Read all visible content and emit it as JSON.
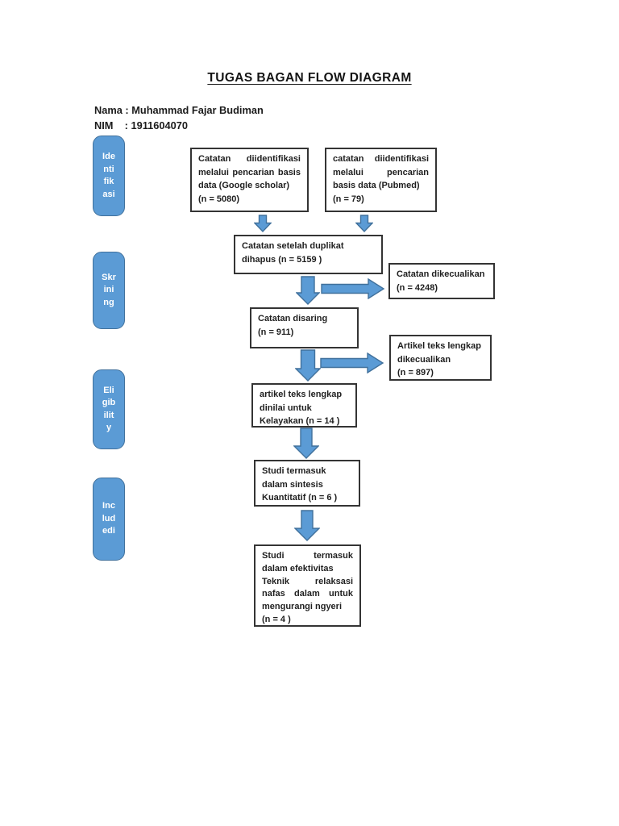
{
  "page": {
    "title": "TUGAS BAGAN FLOW DIAGRAM"
  },
  "student": {
    "name_line": "Nama : Muhammad Fajar Budiman",
    "nim_line": "NIM    : 1911604070"
  },
  "colors": {
    "stage_fill": "#5b9bd5",
    "stage_border": "#41719c",
    "arrow_fill": "#5b9bd5",
    "arrow_border": "#41719c",
    "box_border": "#343434",
    "text": "#1f1f1f"
  },
  "stages": {
    "identification": {
      "label": "Identifikasi",
      "lines": [
        "Ide",
        "nti",
        "fik",
        "asi"
      ]
    },
    "screening": {
      "label": "Skrining",
      "lines": [
        "Skr",
        "ini",
        "ng"
      ]
    },
    "eligibility": {
      "label": "Eligibility",
      "lines": [
        "Eli",
        "gib",
        "ilit",
        "y"
      ]
    },
    "included": {
      "label": "Includedi",
      "lines": [
        "Inc",
        "lud",
        "edi"
      ]
    }
  },
  "boxes": {
    "identification_scholar": {
      "n": 5080,
      "lines": [
        "Catatan diidentifikasi",
        "melalui pencarian basis",
        "data (Google scholar)",
        "(n = 5080)"
      ]
    },
    "identification_pubmed": {
      "n": 79,
      "lines": [
        "catatan diidentifikasi",
        "melalui pencarian",
        "basis data (Pubmed)",
        "(n = 79)"
      ]
    },
    "duplicates_removed": {
      "n": 5159,
      "lines": [
        "Catatan setelah duplikat",
        "dihapus (n = 5159 )"
      ]
    },
    "records_excluded": {
      "n": 4248,
      "lines": [
        "Catatan dikecualikan",
        "(n = 4248)"
      ]
    },
    "records_screened": {
      "n": 911,
      "lines": [
        "Catatan disaring",
        "(n = 911)"
      ]
    },
    "fulltext_excluded": {
      "n": 897,
      "lines": [
        "Artikel teks lengkap",
        "dikecualikan",
        "(n = 897)"
      ]
    },
    "fulltext_assessed": {
      "n": 14,
      "lines": [
        "artikel teks lengkap",
        "dinilai untuk",
        "Kelayakan (n = 14 )"
      ]
    },
    "quantitative_synthesis": {
      "n": 6,
      "lines": [
        "Studi termasuk",
        "dalam sintesis",
        "Kuantitatif (n = 6 )"
      ]
    },
    "final_included": {
      "n": 4,
      "lines": [
        "Studi termasuk",
        "dalam efektivitas",
        "Teknik relaksasi",
        "nafas dalam untuk",
        "mengurangi ngyeri",
        "(n = 4 )"
      ]
    }
  }
}
